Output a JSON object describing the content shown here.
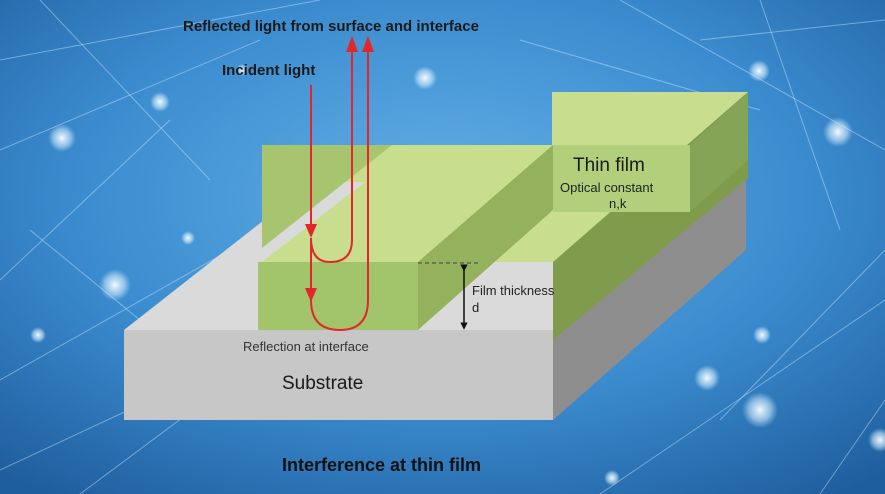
{
  "labels": {
    "reflected": "Reflected light from surface and interface",
    "incident": "Incident light",
    "thin_film": "Thin film",
    "optical_constant": "Optical constant",
    "nk": "n,k",
    "film_thickness": "Film thickness",
    "thickness_symbol": "d",
    "reflection_interface": "Reflection at interface",
    "substrate": "Substrate",
    "title": "Interference at thin film"
  },
  "colors": {
    "background": "#3d8ed0",
    "film_top": "#c6dc8c",
    "film_front": "#9fc169",
    "film_side": "#7f9c4c",
    "substrate_top": "#d9d9d9",
    "substrate_front": "#c6c6c6",
    "substrate_side": "#8d8d8d",
    "ray": "#e3262a"
  }
}
